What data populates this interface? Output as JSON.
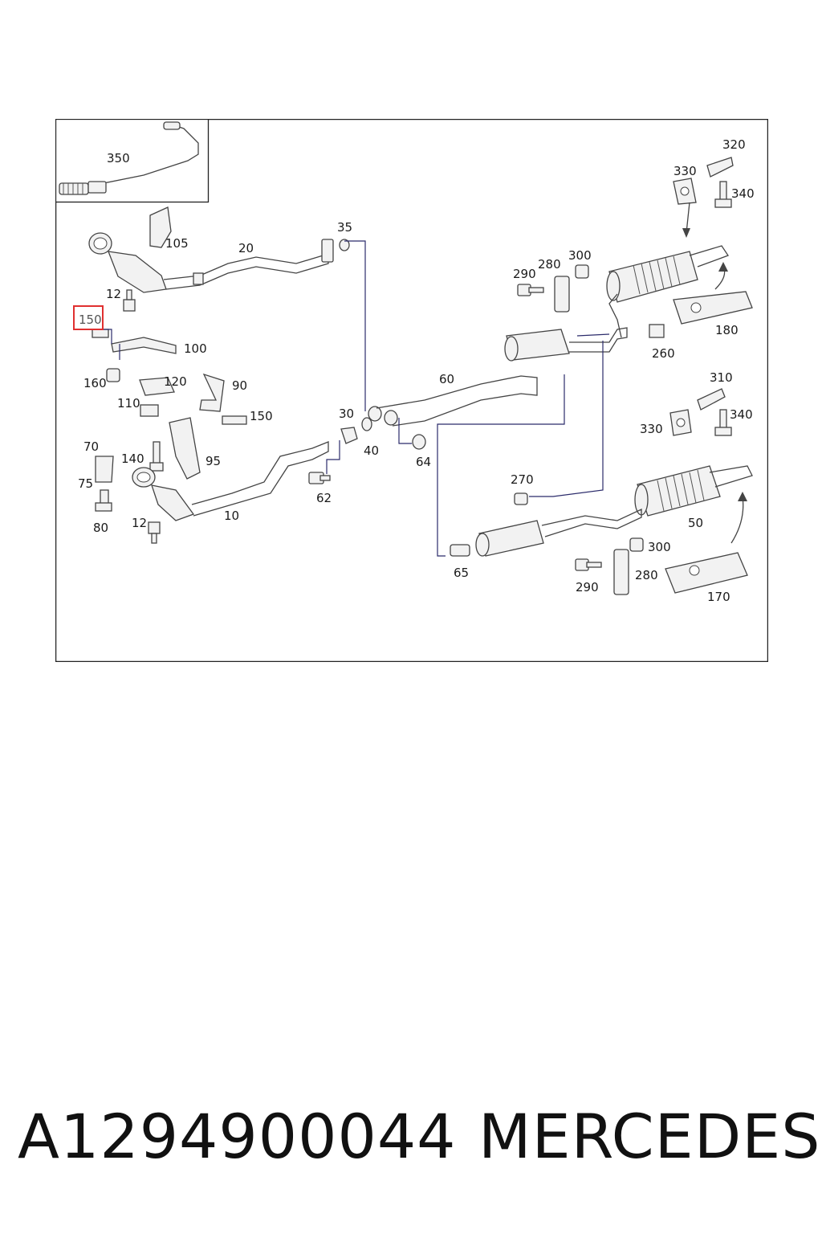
{
  "diagram": {
    "callouts": {
      "c350": "350",
      "c320": "320",
      "c330a": "330",
      "c340a": "340",
      "c35": "35",
      "c105": "105",
      "c20": "20",
      "c300a": "300",
      "c290a": "290",
      "c280a": "280",
      "c12a": "12",
      "c150a": "150",
      "c180": "180",
      "c100": "100",
      "c260": "260",
      "c160": "160",
      "c120": "120",
      "c60": "60",
      "c90": "90",
      "c110": "110",
      "c310": "310",
      "c150b": "150",
      "c30": "30",
      "c340b": "340",
      "c330b": "330",
      "c40": "40",
      "c64": "64",
      "c70": "70",
      "c140": "140",
      "c95": "95",
      "c270": "270",
      "c75": "75",
      "c62": "62",
      "c10": "10",
      "c50": "50",
      "c80": "80",
      "c12b": "12",
      "c300b": "300",
      "c65": "65",
      "c280b": "280",
      "c290b": "290",
      "c170": "170"
    },
    "highlight_color": "#e03030"
  },
  "caption": {
    "part_number": "A1294900044",
    "brand": "MERCEDES"
  }
}
